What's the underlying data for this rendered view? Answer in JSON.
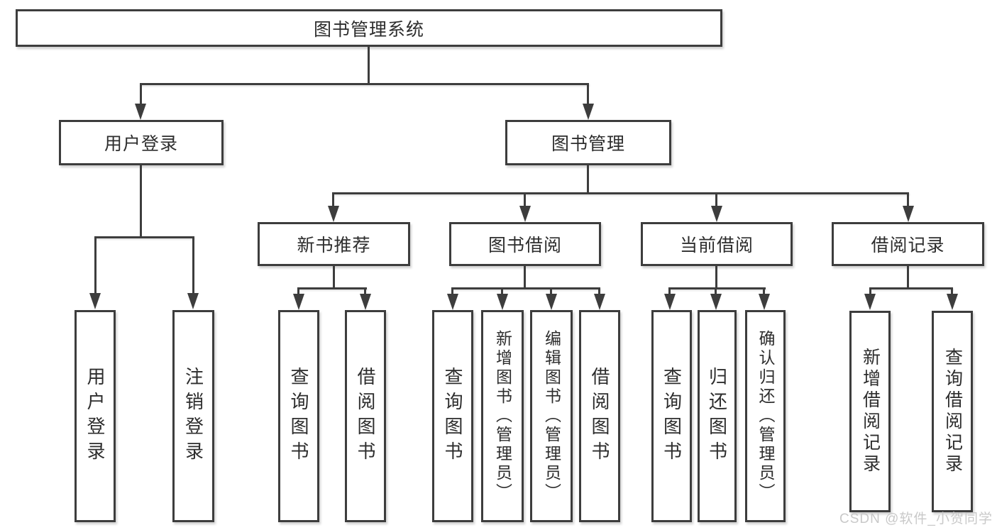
{
  "diagram": {
    "type": "tree",
    "root": {
      "label": "图书管理系统"
    },
    "branches": [
      {
        "label": "用户登录",
        "children": [
          {
            "label": "用户登录"
          },
          {
            "label": "注销登录"
          }
        ]
      },
      {
        "label": "图书管理",
        "children": [
          {
            "label": "新书推荐",
            "children": [
              {
                "label": "查询图书"
              },
              {
                "label": "借阅图书"
              }
            ]
          },
          {
            "label": "图书借阅",
            "children": [
              {
                "label": "查询图书"
              },
              {
                "label": "新增图书（管理员）"
              },
              {
                "label": "编辑图书（管理员）"
              },
              {
                "label": "借阅图书"
              }
            ]
          },
          {
            "label": "当前借阅",
            "children": [
              {
                "label": "查询图书"
              },
              {
                "label": "归还图书"
              },
              {
                "label": "确认归还（管理员）"
              }
            ]
          },
          {
            "label": "借阅记录",
            "children": [
              {
                "label": "新增借阅记录"
              },
              {
                "label": "查询借阅记录"
              }
            ]
          }
        ]
      }
    ]
  },
  "icons": {
    "arrowhead": "solid-down-triangle-css-shape"
  },
  "watermark": {
    "text": "CSDN @软件_小贺同学"
  },
  "colors": {
    "line": "#3d3d3d",
    "text": "#2d2d2d",
    "watermark": "#c9c9c9",
    "background": "#ffffff"
  }
}
